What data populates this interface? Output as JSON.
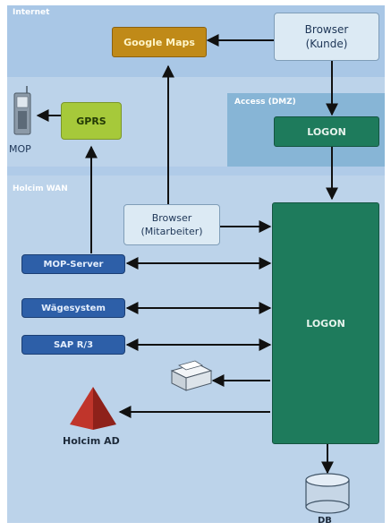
{
  "zones": {
    "internet": "Internet",
    "dmz": "Access (DMZ)",
    "wan": "Holcim WAN"
  },
  "nodes": {
    "google_maps": "Google Maps",
    "browser_kunde": "Browser\n(Kunde)",
    "logon_dmz": "LOGON",
    "gprs": "GPRS",
    "mop_device": "MOP",
    "browser_mitarbeiter": "Browser\n(Mitarbeiter)",
    "logon_main": "LOGON",
    "mop_server": "MOP-Server",
    "waegesystem": "Wägesystem",
    "sap": "SAP R/3",
    "holcim_ad": "Holcim AD",
    "db": "DB"
  },
  "colors": {
    "internet_bg": "#a9c7e6",
    "wan_bg": "#bcd3ea",
    "dmz_bg": "#87b5d6",
    "logon_green": "#1e7b5c",
    "gprs_green": "#a6c93a",
    "maps_gold": "#c08a18",
    "server_blue": "#2d5fa8",
    "browser_fill": "#dceaf4",
    "ad_red": "#b52e26"
  }
}
